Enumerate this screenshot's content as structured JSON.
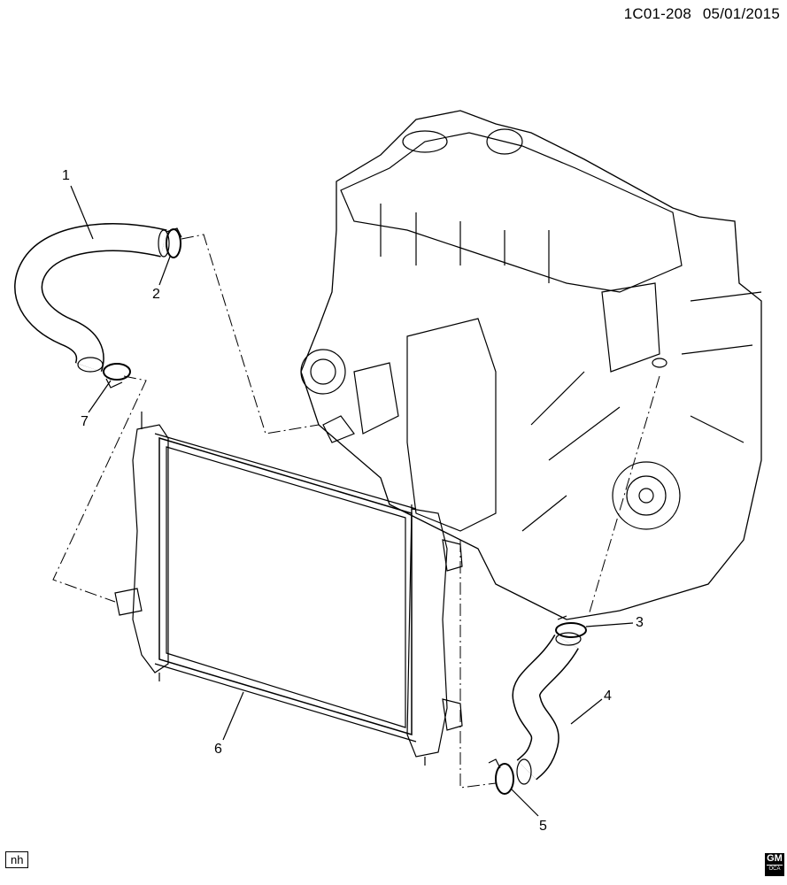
{
  "header": {
    "diagram_code": "1C01-208",
    "date": "05/01/2015"
  },
  "callouts": {
    "c1": "1",
    "c2": "2",
    "c3": "3",
    "c4": "4",
    "c5": "5",
    "c6": "6",
    "c7": "7"
  },
  "footer": {
    "initials": "nh",
    "logo_text": "GM",
    "logo_sub": "OCA"
  },
  "colors": {
    "line": "#000000",
    "background": "#ffffff"
  }
}
